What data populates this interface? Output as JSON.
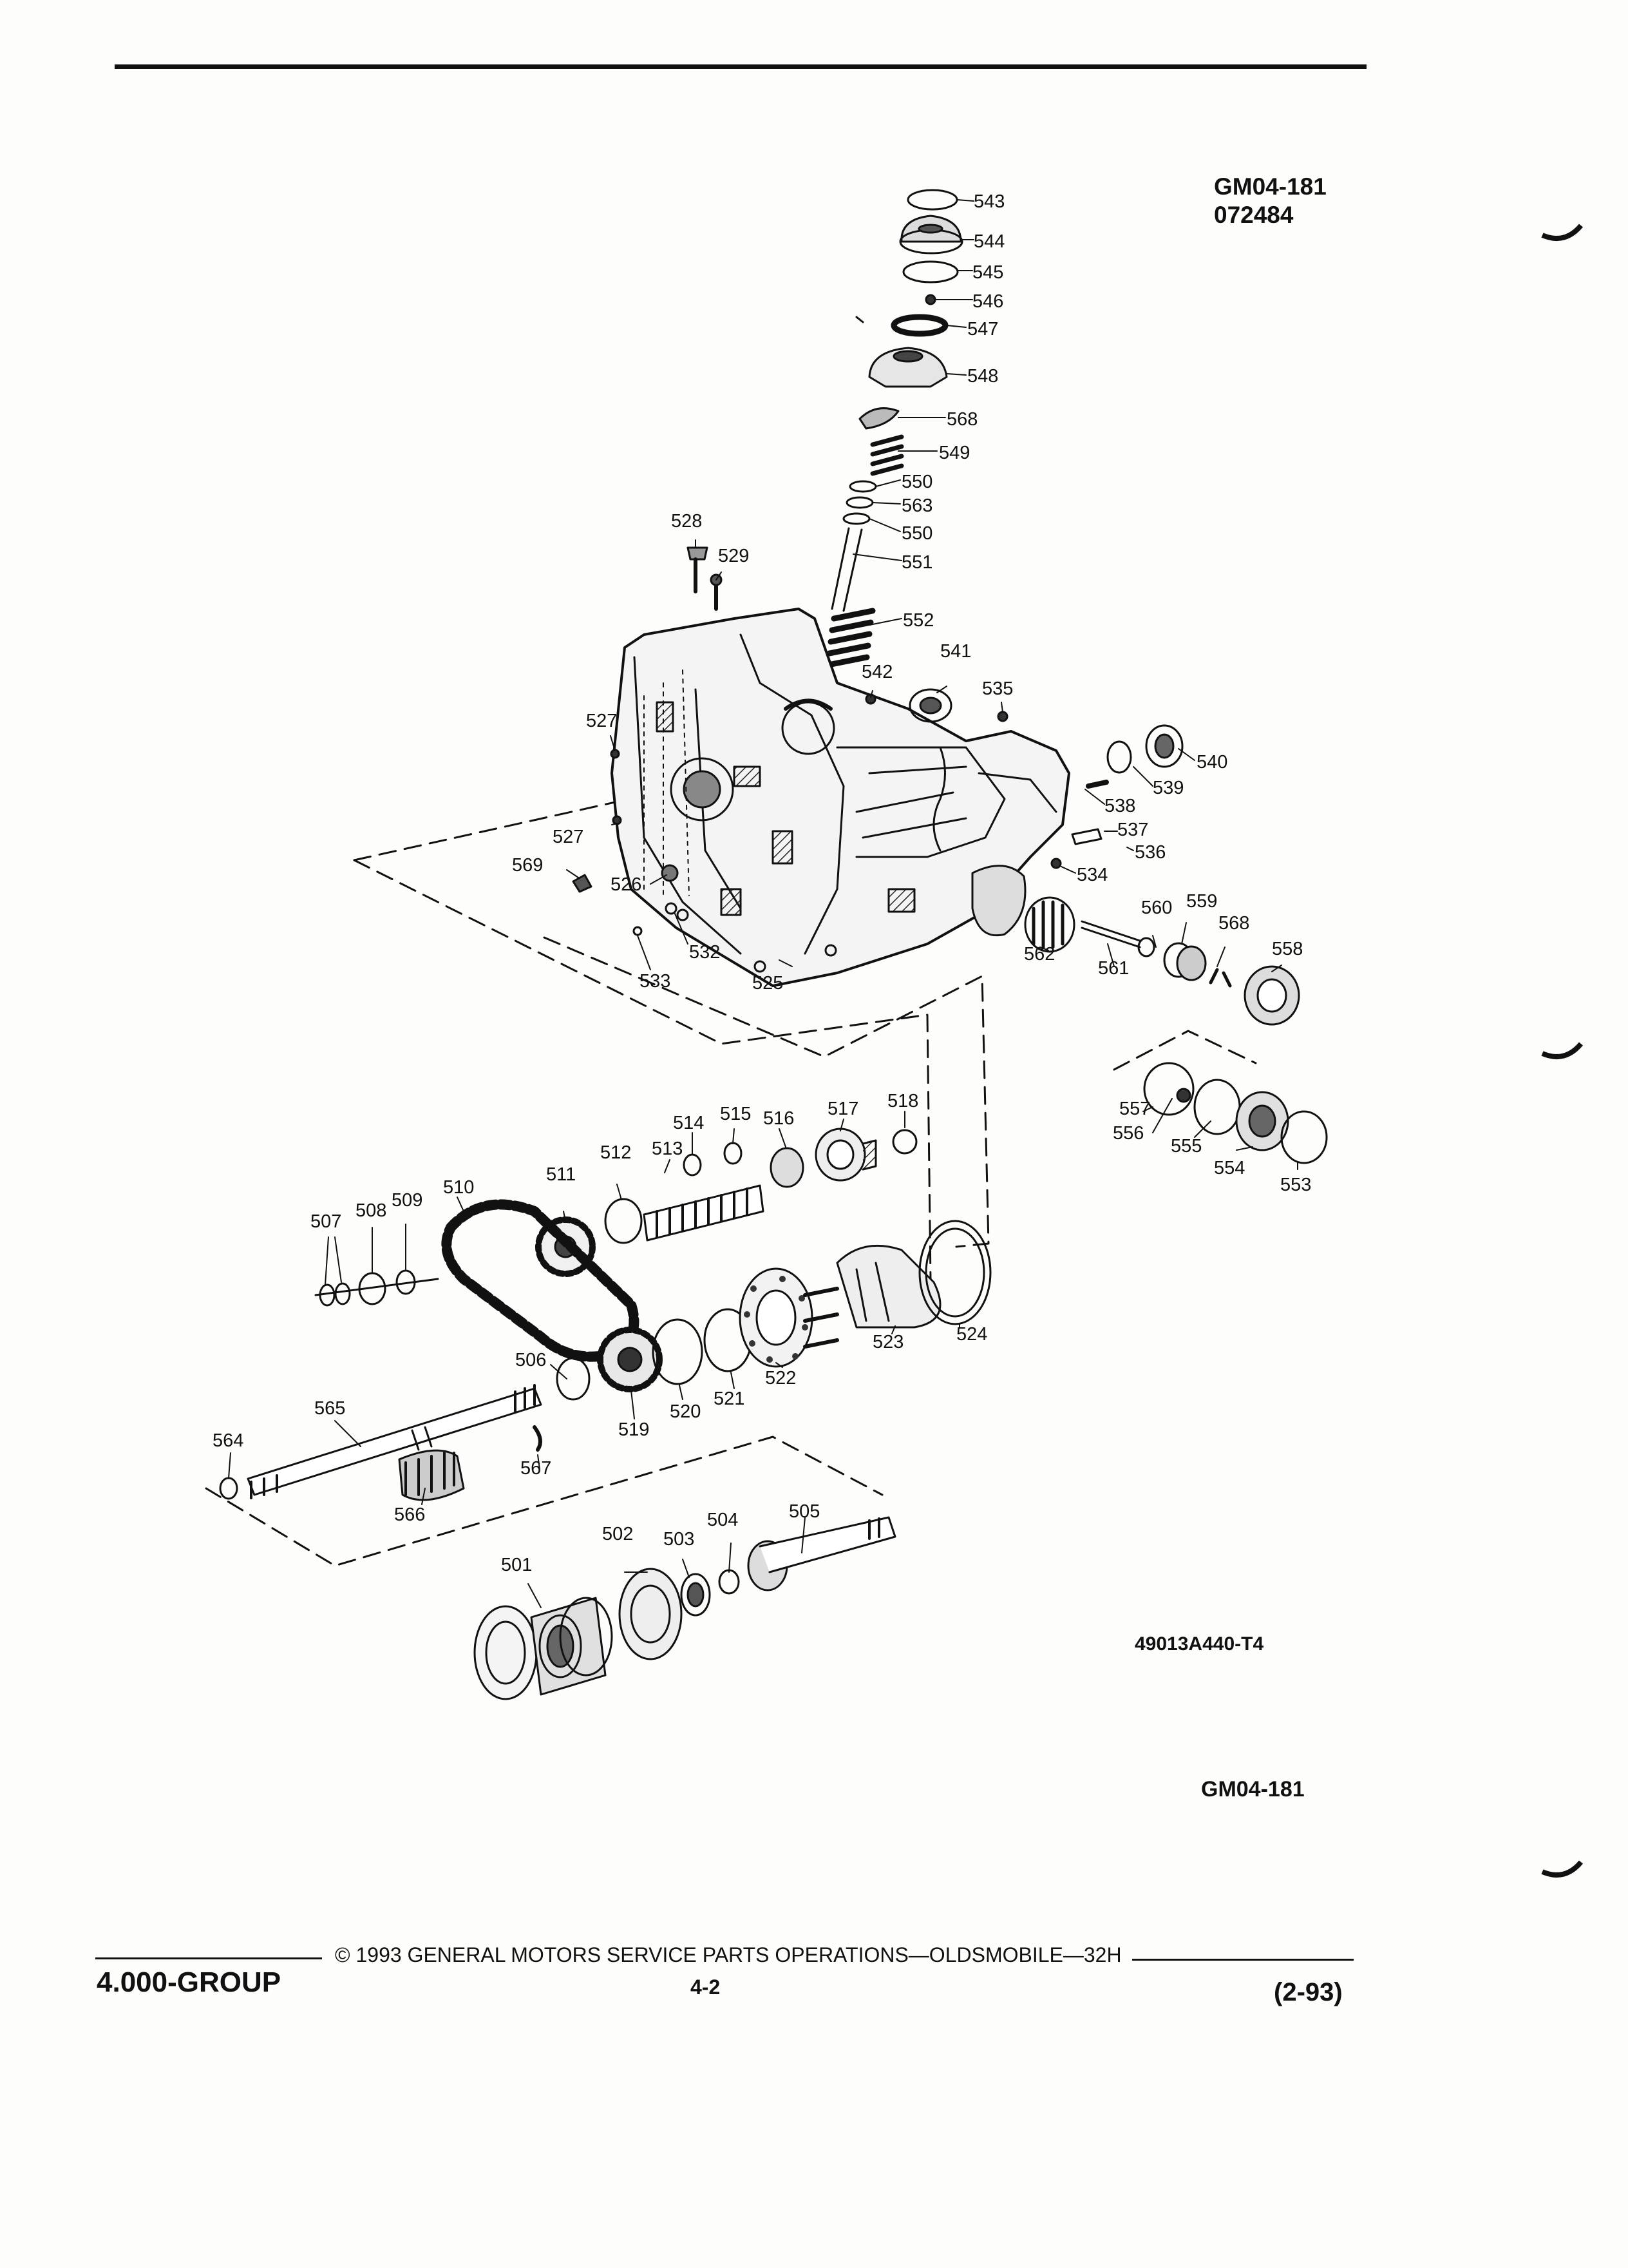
{
  "header": {
    "figure_id": "GM04-181",
    "figure_code": "072484"
  },
  "drawing_code": "49013A440-T4",
  "figure_id_bottom": "GM04-181",
  "footer": {
    "group": "4.000-GROUP",
    "copyright": "© 1993 GENERAL MOTORS SERVICE PARTS OPERATIONS—OLDSMOBILE—32H",
    "page": "4-2",
    "revision": "(2-93)"
  },
  "callouts": [
    "543",
    "544",
    "545",
    "546",
    "547",
    "548",
    "568",
    "549",
    "550",
    "563",
    "550",
    "551",
    "552",
    "528",
    "529",
    "542",
    "541",
    "535",
    "540",
    "539",
    "538",
    "537",
    "536",
    "534",
    "527",
    "527",
    "569",
    "526",
    "532",
    "533",
    "525",
    "560",
    "559",
    "568",
    "558",
    "562",
    "561",
    "557",
    "556",
    "555",
    "554",
    "553",
    "518",
    "517",
    "516",
    "515",
    "514",
    "513",
    "512",
    "511",
    "510",
    "509",
    "508",
    "507",
    "524",
    "523",
    "522",
    "521",
    "520",
    "519",
    "506",
    "565",
    "564",
    "567",
    "566",
    "505",
    "504",
    "503",
    "502",
    "501"
  ]
}
